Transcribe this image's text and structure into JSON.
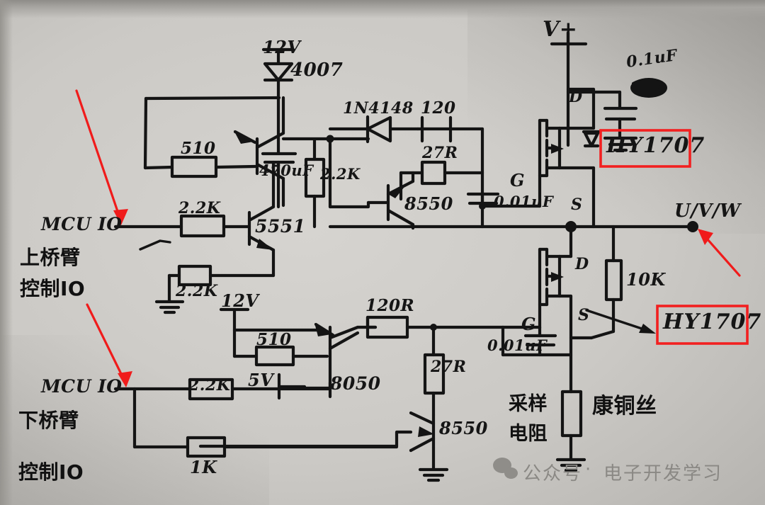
{
  "diagram": {
    "title": "Hand-drawn MOSFET half-bridge gate driver schematic",
    "type": "hand-drawn-schematic",
    "medium": "black marker on grey paper with red annotations"
  },
  "nets": {
    "supply_12v_top": "12V",
    "supply_12v_bottom": "12V",
    "supply_vplus": "V+",
    "supply_5v": "5V",
    "output": "U/V/W",
    "mcu_io_high": "MCU IO",
    "mcu_io_low": "MCU IO"
  },
  "annotations_cn": {
    "high_side_line1": "上桥臂",
    "high_side_line2": "控制IO",
    "low_side_line1": "下桥臂",
    "low_side_line2": "控制IO",
    "shunt_line1": "采样",
    "shunt_line2": "电阻",
    "shunt_material": "康铜丝"
  },
  "highlight_boxes": [
    {
      "label": "HY1707",
      "role": "high-side-mosfet-part-number"
    },
    {
      "label": "HY1707",
      "role": "low-side-mosfet-part-number"
    }
  ],
  "components": {
    "d_4007": "4007",
    "d_1n4148": "1N4148",
    "r_510_top": "510",
    "r_510_bottom": "510",
    "r_2k2_base_top": "2.2K",
    "r_2k2_mid": "2.2K",
    "r_2k2_gnd": "2.2K",
    "r_2k2_low": "2.2K",
    "r_1k": "1K",
    "r_120": "120",
    "r_120r": "120R",
    "r_27r_top": "27R",
    "r_27r_bottom": "27R",
    "r_10k": "10K",
    "c_470uf": "470uF",
    "c_0p1uf": "0.1uF",
    "c_0p01uf_top": "0.01uF",
    "c_0p01uf_bottom": "0.01uF",
    "q_5551": "5551",
    "q_8550_top": "8550",
    "q_8050": "8050",
    "q_8550_bottom": "8550",
    "m_high": "HY1707",
    "m_low": "HY1707"
  },
  "pin_labels": {
    "high_d": "D",
    "high_g": "G",
    "high_s": "S",
    "low_d": "D",
    "low_g": "G",
    "low_s": "S"
  },
  "watermark": {
    "prefix": "公众号",
    "separator": "·",
    "name": "电子开发学习"
  },
  "colors": {
    "ink": "#141414",
    "highlight": "#f22020",
    "arrow": "#f01b1b",
    "paper": "#cfcdc9"
  }
}
